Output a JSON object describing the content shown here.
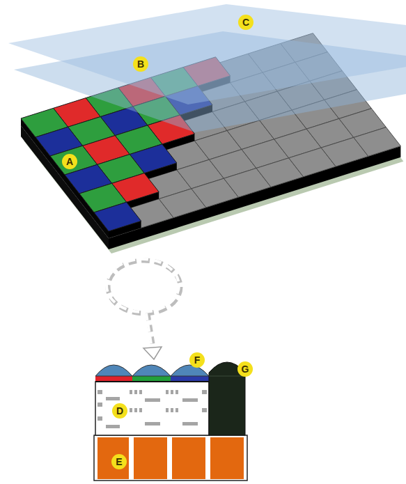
{
  "diagram": {
    "labels": [
      "C",
      "B",
      "A",
      "F",
      "G",
      "D",
      "E"
    ]
  }
}
